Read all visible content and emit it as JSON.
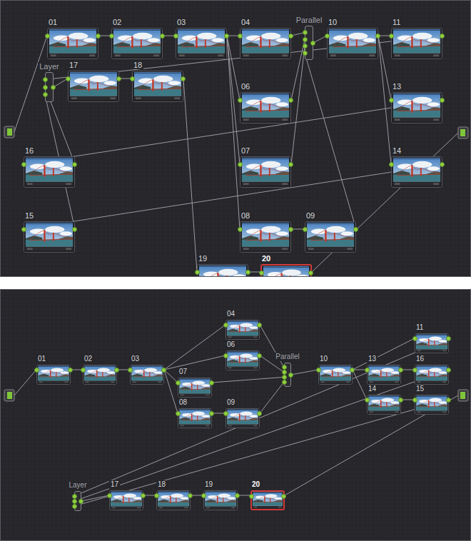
{
  "diagram": {
    "nodes": [
      {
        "text": [
          "01"
        ]
      },
      {
        "text": [
          "02"
        ]
      },
      {
        "text": [
          "03"
        ]
      },
      {
        "text": [
          "04"
        ]
      },
      {
        "text": [
          "Parallel"
        ]
      },
      {
        "text": [
          "10"
        ]
      },
      {
        "text": [
          "11"
        ]
      },
      {
        "text": [
          "Layer"
        ]
      },
      {
        "text": [
          "17"
        ]
      },
      {
        "text": [
          "18"
        ]
      },
      {
        "text": [
          "06"
        ]
      },
      {
        "text": [
          "13"
        ]
      },
      {
        "text": [
          "16"
        ]
      },
      {
        "text": [
          "07"
        ]
      },
      {
        "text": [
          "14"
        ]
      },
      {
        "text": [
          "15"
        ]
      },
      {
        "text": [
          "08"
        ]
      },
      {
        "text": [
          "09"
        ]
      },
      {
        "text": [
          "19"
        ]
      },
      {
        "text": [
          "20"
        ]
      },
      {
        "text": [
          "04"
        ]
      },
      {
        "text": [
          "11"
        ]
      },
      {
        "text": [
          "06"
        ]
      },
      {
        "text": [
          "Parallel"
        ]
      },
      {
        "text": [
          "01"
        ]
      },
      {
        "text": [
          "02"
        ]
      },
      {
        "text": [
          "03"
        ]
      },
      {
        "text": [
          "10"
        ]
      },
      {
        "text": [
          "13"
        ]
      },
      {
        "text": [
          "16"
        ]
      },
      {
        "text": [
          "07"
        ]
      },
      {
        "text": [
          "14"
        ]
      },
      {
        "text": [
          "15"
        ]
      },
      {
        "text": [
          "08"
        ]
      },
      {
        "text": [
          "09"
        ]
      },
      {
        "text": [
          "Layer"
        ]
      },
      {
        "text": [
          "17"
        ]
      },
      {
        "text": [
          "18"
        ]
      },
      {
        "text": [
          "19"
        ]
      },
      {
        "text": [
          "20"
        ]
      }
    ],
    "edges": [
      {
        "from": 0,
        "to": 1,
        "arrow": "none"
      },
      {
        "from": 1,
        "to": 2,
        "arrow": "none"
      },
      {
        "from": 2,
        "to": 3,
        "arrow": "none"
      },
      {
        "from": 2,
        "to": 10,
        "arrow": "none"
      },
      {
        "from": 2,
        "to": 13,
        "arrow": "none"
      },
      {
        "from": 2,
        "to": 16,
        "arrow": "none"
      },
      {
        "from": 16,
        "to": 17,
        "arrow": "none"
      },
      {
        "from": 3,
        "to": 4,
        "arrow": "none"
      },
      {
        "from": 10,
        "to": 4,
        "arrow": "none"
      },
      {
        "from": 13,
        "to": 4,
        "arrow": "none"
      },
      {
        "from": 17,
        "to": 4,
        "arrow": "none"
      },
      {
        "from": 4,
        "to": 5,
        "arrow": "none"
      },
      {
        "from": 5,
        "to": 6,
        "arrow": "none"
      },
      {
        "from": 5,
        "to": 11,
        "arrow": "none"
      },
      {
        "from": 5,
        "to": 14,
        "arrow": "none"
      },
      {
        "from": 11,
        "to": 12,
        "arrow": "none"
      },
      {
        "from": 14,
        "to": 15,
        "arrow": "none"
      },
      {
        "from": 6,
        "to": 7,
        "arrow": "none"
      },
      {
        "from": 12,
        "to": 7,
        "arrow": "none"
      },
      {
        "from": 15,
        "to": 7,
        "arrow": "none"
      },
      {
        "from": 7,
        "to": 8,
        "arrow": "none"
      },
      {
        "from": 8,
        "to": 9,
        "arrow": "none"
      },
      {
        "from": 9,
        "to": 18,
        "arrow": "none"
      },
      {
        "from": 18,
        "to": 19,
        "arrow": "none"
      },
      {
        "from": 24,
        "to": 25,
        "arrow": "none"
      },
      {
        "from": 25,
        "to": 26,
        "arrow": "none"
      },
      {
        "from": 26,
        "to": 20,
        "arrow": "none"
      },
      {
        "from": 26,
        "to": 22,
        "arrow": "none"
      },
      {
        "from": 26,
        "to": 30,
        "arrow": "none"
      },
      {
        "from": 26,
        "to": 33,
        "arrow": "none"
      },
      {
        "from": 33,
        "to": 34,
        "arrow": "none"
      },
      {
        "from": 20,
        "to": 23,
        "arrow": "none"
      },
      {
        "from": 22,
        "to": 23,
        "arrow": "none"
      },
      {
        "from": 30,
        "to": 23,
        "arrow": "none"
      },
      {
        "from": 34,
        "to": 23,
        "arrow": "none"
      },
      {
        "from": 23,
        "to": 27,
        "arrow": "none"
      },
      {
        "from": 27,
        "to": 21,
        "arrow": "none"
      },
      {
        "from": 27,
        "to": 28,
        "arrow": "none"
      },
      {
        "from": 27,
        "to": 31,
        "arrow": "none"
      },
      {
        "from": 28,
        "to": 29,
        "arrow": "none"
      },
      {
        "from": 31,
        "to": 32,
        "arrow": "none"
      },
      {
        "from": 21,
        "to": 35,
        "arrow": "none"
      },
      {
        "from": 29,
        "to": 35,
        "arrow": "none"
      },
      {
        "from": 32,
        "to": 35,
        "arrow": "none"
      },
      {
        "from": 35,
        "to": 36,
        "arrow": "none"
      },
      {
        "from": 36,
        "to": 37,
        "arrow": "none"
      },
      {
        "from": 37,
        "to": 38,
        "arrow": "none"
      },
      {
        "from": 38,
        "to": 39,
        "arrow": "none"
      }
    ]
  }
}
